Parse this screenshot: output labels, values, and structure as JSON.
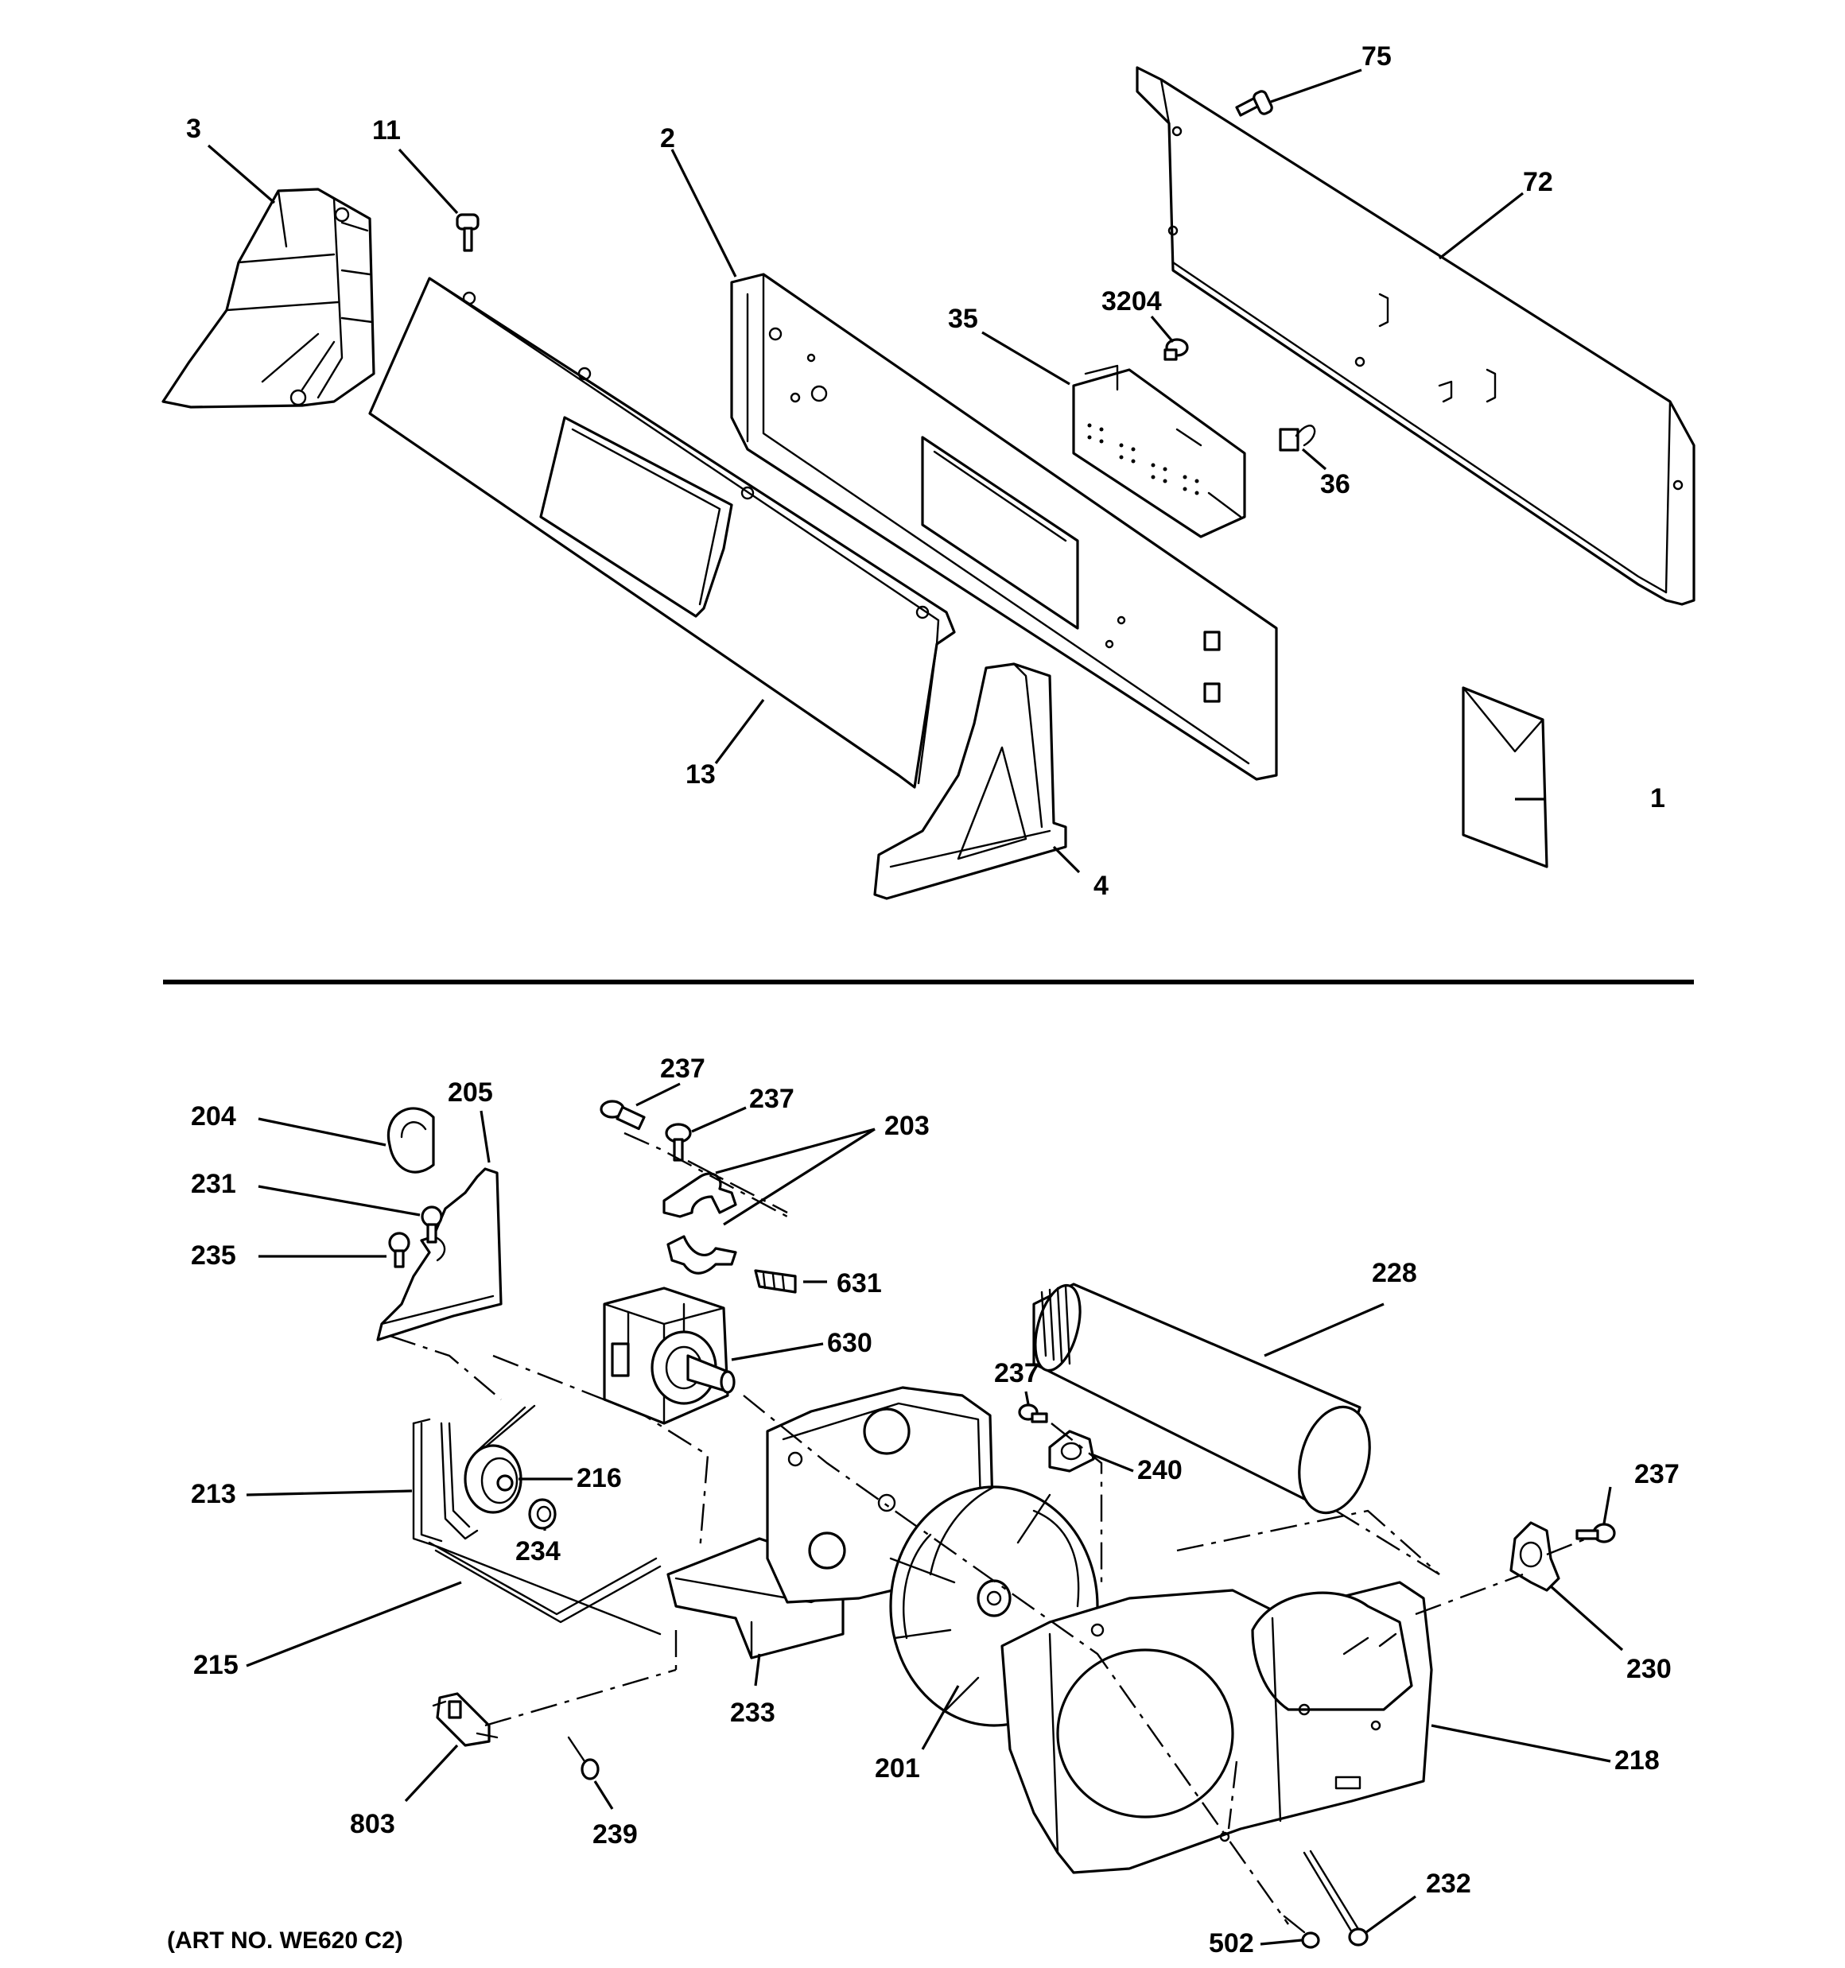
{
  "art_number": "(ART NO. WE620 C2)",
  "callouts": {
    "c1": "1",
    "c2": "2",
    "c3": "3",
    "c4": "4",
    "c11": "11",
    "c13": "13",
    "c35": "35",
    "c36": "36",
    "c72": "72",
    "c75": "75",
    "c3204": "3204",
    "c201": "201",
    "c203": "203",
    "c204": "204",
    "c205": "205",
    "c213": "213",
    "c215": "215",
    "c216": "216",
    "c218": "218",
    "c228": "228",
    "c230": "230",
    "c231": "231",
    "c232": "232",
    "c233": "233",
    "c234": "234",
    "c235": "235",
    "c237a": "237",
    "c237b": "237",
    "c237c": "237",
    "c237d": "237",
    "c239": "239",
    "c240": "240",
    "c502": "502",
    "c630": "630",
    "c631": "631",
    "c803": "803"
  }
}
